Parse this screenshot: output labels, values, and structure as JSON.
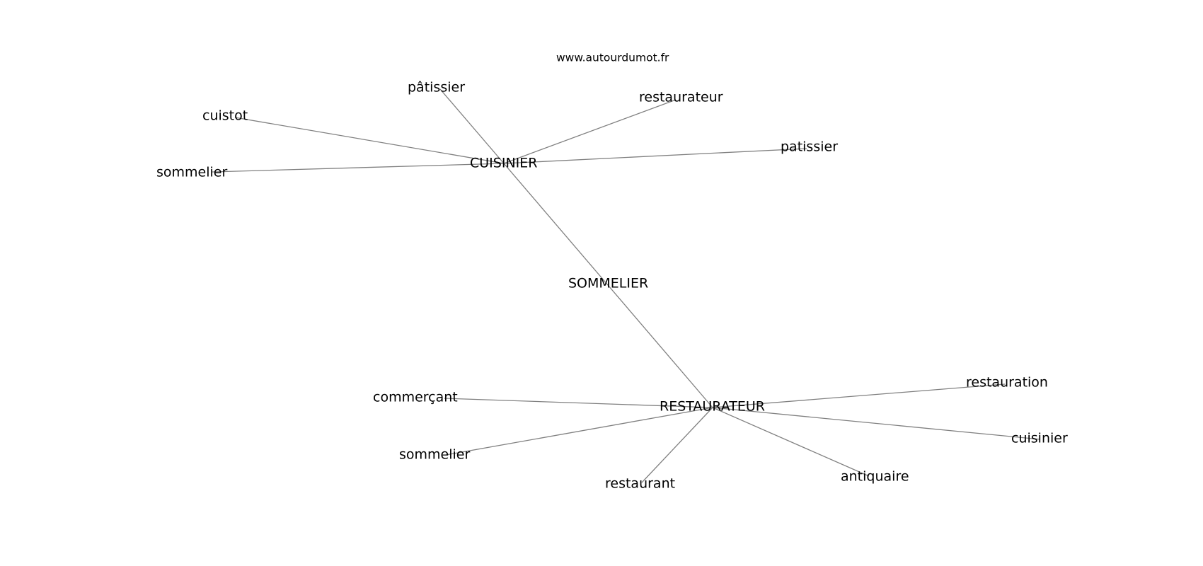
{
  "header": {
    "site": "www.autourdumot.fr"
  },
  "graph": {
    "center": "SOMMELIER",
    "hubs": [
      "CUISINIER",
      "RESTAURATEUR"
    ],
    "leaves": {
      "cuisinier": [
        "pâtissier",
        "restaurateur",
        "cuistot",
        "patissier",
        "sommelier"
      ],
      "restaurateur": [
        "restauration",
        "commerçant",
        "cuisinier",
        "sommelier",
        "antiquaire",
        "restaurant"
      ]
    },
    "edges": [
      [
        "CUISINIER",
        "pâtissier"
      ],
      [
        "CUISINIER",
        "restaurateur"
      ],
      [
        "CUISINIER",
        "cuistot"
      ],
      [
        "CUISINIER",
        "patissier"
      ],
      [
        "CUISINIER",
        "sommelier"
      ],
      [
        "CUISINIER",
        "RESTAURATEUR"
      ],
      [
        "RESTAURATEUR",
        "restauration"
      ],
      [
        "RESTAURATEUR",
        "commerçant"
      ],
      [
        "RESTAURATEUR",
        "cuisinier"
      ],
      [
        "RESTAURATEUR",
        "sommelier"
      ],
      [
        "RESTAURATEUR",
        "antiquaire"
      ],
      [
        "RESTAURATEUR",
        "restaurant"
      ]
    ],
    "colors": {
      "edge": "#808080",
      "text": "#000000",
      "background": "#ffffff"
    }
  }
}
